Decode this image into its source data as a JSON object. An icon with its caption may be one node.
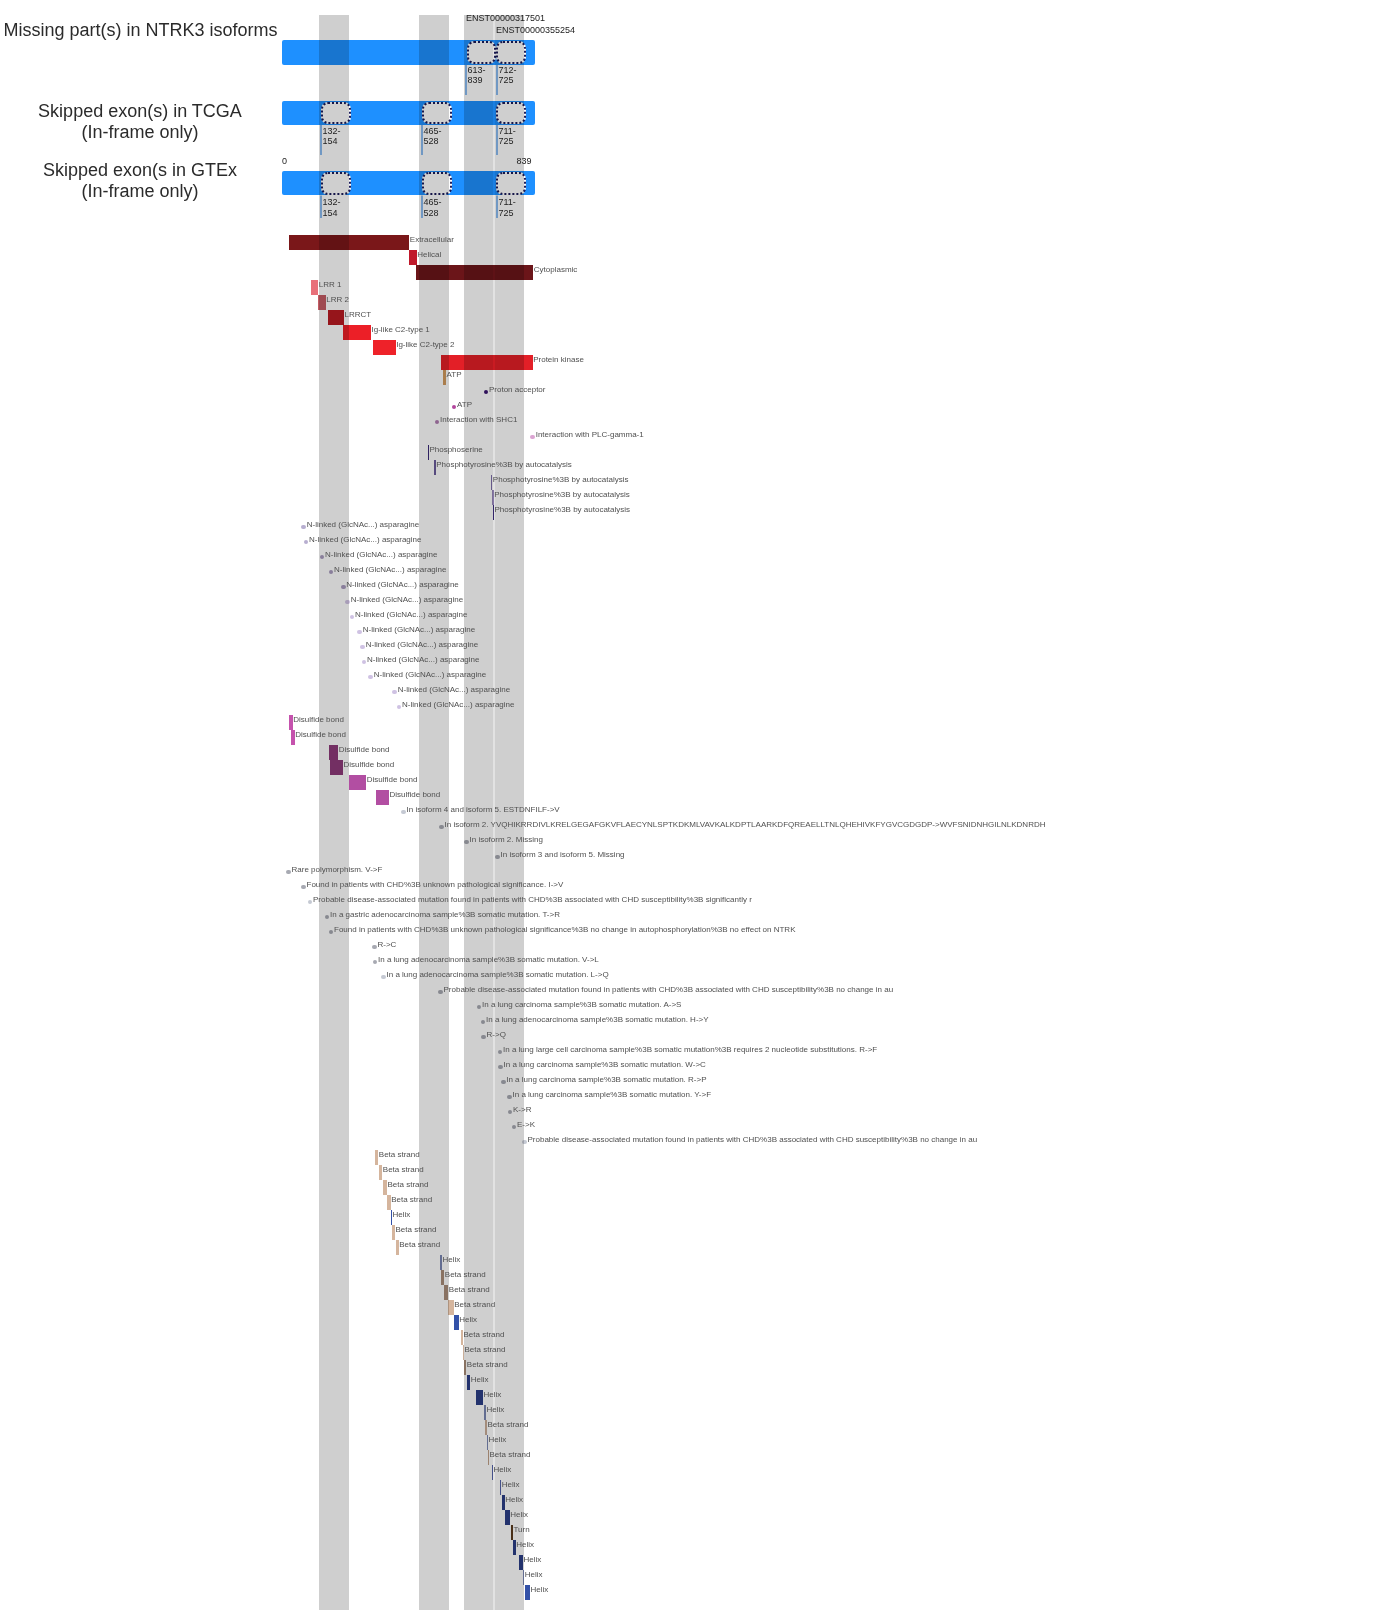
{
  "diagram": {
    "nodes": [
      {
        "text": [],
        "shape": "bar",
        "beside": [
          "Missing part(s) in NTRK3 isoforms"
        ]
      },
      {
        "text": [],
        "shape": "box",
        "in": 0,
        "beside": [
          "ENST00000317501",
          "613- 839"
        ]
      },
      {
        "text": [],
        "shape": "box",
        "in": 0,
        "beside": [
          "ENST00000355254",
          "712- 725"
        ]
      },
      {
        "text": [],
        "shape": "bar",
        "beside": [
          "Skipped exon(s) in TCGA (In-frame only)"
        ]
      },
      {
        "text": [],
        "shape": "box",
        "in": 3,
        "beside": [
          "132- 154"
        ]
      },
      {
        "text": [],
        "shape": "box",
        "in": 3,
        "beside": [
          "465- 528"
        ]
      },
      {
        "text": [],
        "shape": "box",
        "in": 3,
        "beside": [
          "711- 725"
        ]
      },
      {
        "text": [],
        "shape": "bar",
        "beside": [
          "Skipped exon(s in GTEx (In-frame only)"
        ]
      },
      {
        "text": [],
        "shape": "box",
        "in": 7,
        "beside": [
          "132- 154"
        ]
      },
      {
        "text": [],
        "shape": "box",
        "in": 7,
        "beside": [
          "465- 528"
        ]
      },
      {
        "text": [],
        "shape": "box",
        "in": 7,
        "beside": [
          "711- 725"
        ]
      },
      {
        "text": [],
        "shape": "bar",
        "beside": [
          "Extracellular"
        ]
      },
      {
        "text": [],
        "shape": "bar",
        "beside": [
          "Helical"
        ]
      },
      {
        "text": [],
        "shape": "bar",
        "beside": [
          "Cytoplasmic"
        ]
      },
      {
        "text": [],
        "shape": "bar",
        "beside": [
          "LRR 1"
        ]
      },
      {
        "text": [],
        "shape": "bar",
        "beside": [
          "LRR 2"
        ]
      },
      {
        "text": [],
        "shape": "bar",
        "beside": [
          "LRRCT"
        ]
      },
      {
        "text": [],
        "shape": "bar",
        "beside": [
          "Ig-like C2-type 1"
        ]
      },
      {
        "text": [],
        "shape": "bar",
        "beside": [
          "Ig-like C2-type 2"
        ]
      },
      {
        "text": [],
        "shape": "bar",
        "beside": [
          "Protein kinase"
        ]
      },
      {
        "text": [],
        "shape": "bar",
        "beside": [
          "ATP"
        ]
      },
      {
        "text": [],
        "shape": "circle",
        "beside": [
          "Proton acceptor"
        ]
      },
      {
        "text": [],
        "shape": "circle",
        "beside": [
          "ATP"
        ]
      },
      {
        "text": [],
        "shape": "circle",
        "beside": [
          "Interaction with SHC1"
        ]
      },
      {
        "text": [],
        "shape": "circle",
        "beside": [
          "Interaction with PLC-gamma-1"
        ]
      },
      {
        "text": [],
        "shape": "bar",
        "beside": [
          "Phosphoserine"
        ]
      },
      {
        "text": [],
        "shape": "bar",
        "beside": [
          "Phosphotyrosine%3B by autocatalysis"
        ]
      },
      {
        "text": [],
        "shape": "bar",
        "beside": [
          "Phosphotyrosine%3B by autocatalysis"
        ]
      },
      {
        "text": [],
        "shape": "bar",
        "beside": [
          "Phosphotyrosine%3B by autocatalysis"
        ]
      },
      {
        "text": [],
        "shape": "bar",
        "beside": [
          "Phosphotyrosine%3B by autocatalysis"
        ]
      },
      {
        "text": [],
        "shape": "circle",
        "beside": [
          "N-linked (GlcNAc...) asparagine"
        ]
      },
      {
        "text": [],
        "shape": "circle",
        "beside": [
          "N-linked (GlcNAc...) asparagine"
        ]
      },
      {
        "text": [],
        "shape": "circle",
        "beside": [
          "N-linked (GlcNAc...) asparagine"
        ]
      },
      {
        "text": [],
        "shape": "circle",
        "beside": [
          "N-linked (GlcNAc...) asparagine"
        ]
      },
      {
        "text": [],
        "shape": "circle",
        "beside": [
          "N-linked (GlcNAc...) asparagine"
        ]
      },
      {
        "text": [],
        "shape": "circle",
        "beside": [
          "N-linked (GlcNAc...) asparagine"
        ]
      },
      {
        "text": [],
        "shape": "circle",
        "beside": [
          "N-linked (GlcNAc...) asparagine"
        ]
      },
      {
        "text": [],
        "shape": "circle",
        "beside": [
          "N-linked (GlcNAc...) asparagine"
        ]
      },
      {
        "text": [],
        "shape": "circle",
        "beside": [
          "N-linked (GlcNAc...) asparagine"
        ]
      },
      {
        "text": [],
        "shape": "circle",
        "beside": [
          "N-linked (GlcNAc...) asparagine"
        ]
      },
      {
        "text": [],
        "shape": "circle",
        "beside": [
          "N-linked (GlcNAc...) asparagine"
        ]
      },
      {
        "text": [],
        "shape": "circle",
        "beside": [
          "N-linked (GlcNAc...) asparagine"
        ]
      },
      {
        "text": [],
        "shape": "circle",
        "beside": [
          "N-linked (GlcNAc...) asparagine"
        ]
      },
      {
        "text": [],
        "shape": "bar",
        "beside": [
          "Disulfide bond"
        ]
      },
      {
        "text": [],
        "shape": "bar",
        "beside": [
          "Disulfide bond"
        ]
      },
      {
        "text": [],
        "shape": "bar",
        "beside": [
          "Disulfide bond"
        ]
      },
      {
        "text": [],
        "shape": "bar",
        "beside": [
          "Disulfide bond"
        ]
      },
      {
        "text": [],
        "shape": "bar",
        "beside": [
          "Disulfide bond"
        ]
      },
      {
        "text": [],
        "shape": "bar",
        "beside": [
          "Disulfide bond"
        ]
      },
      {
        "text": [],
        "shape": "circle",
        "beside": [
          "In isoform 4 and isoform 5. ESTDNFILF->V"
        ]
      },
      {
        "text": [],
        "shape": "circle",
        "beside": [
          "In isoform 2. YVQHIKRRDIVLKRELGEGAFGKVFLAECYNLSPTKDKMLVAVKALKDPTLAARKDFQREAELLTNLQHEHIVKFYGVCGDGDP->WVFSNIDNHGILNLKDNRDH"
        ]
      },
      {
        "text": [],
        "shape": "circle",
        "beside": [
          "In isoform 2. Missing"
        ]
      },
      {
        "text": [],
        "shape": "circle",
        "beside": [
          "In isoform 3 and isoform 5. Missing"
        ]
      },
      {
        "text": [],
        "shape": "circle",
        "beside": [
          "Rare polymorphism. V->F"
        ]
      },
      {
        "text": [],
        "shape": "circle",
        "beside": [
          "Found in patients with CHD%3B unknown pathological significance. I->V"
        ]
      },
      {
        "text": [],
        "shape": "circle",
        "beside": [
          "Probable disease-associated mutation found in patients with CHD%3B associated with CHD susceptibility%3B significantly r"
        ]
      },
      {
        "text": [],
        "shape": "circle",
        "beside": [
          "In a gastric adenocarcinoma sample%3B somatic mutation. T->R"
        ]
      },
      {
        "text": [],
        "shape": "circle",
        "beside": [
          "Found in patients with CHD%3B unknown pathological significance%3B no change in autophosphorylation%3B no effect on NTRK"
        ]
      },
      {
        "text": [],
        "shape": "circle",
        "beside": [
          "R->C"
        ]
      },
      {
        "text": [],
        "shape": "circle",
        "beside": [
          "In a lung adenocarcinoma sample%3B somatic mutation. V->L"
        ]
      },
      {
        "text": [],
        "shape": "circle",
        "beside": [
          "In a lung adenocarcinoma sample%3B somatic mutation. L->Q"
        ]
      },
      {
        "text": [],
        "shape": "circle",
        "beside": [
          "Probable disease-associated mutation found in patients with CHD%3B associated with CHD susceptibility%3B no change in au"
        ]
      },
      {
        "text": [],
        "shape": "circle",
        "beside": [
          "In a lung carcinoma sample%3B somatic mutation. A->S"
        ]
      },
      {
        "text": [],
        "shape": "circle",
        "beside": [
          "In a lung adenocarcinoma sample%3B somatic mutation. H->Y"
        ]
      },
      {
        "text": [],
        "shape": "circle",
        "beside": [
          "R->Q"
        ]
      },
      {
        "text": [],
        "shape": "circle",
        "beside": [
          "In a lung large cell carcinoma sample%3B somatic mutation%3B requires 2 nucleotide substitutions. R->F"
        ]
      },
      {
        "text": [],
        "shape": "circle",
        "beside": [
          "In a lung carcinoma sample%3B somatic mutation. W->C"
        ]
      },
      {
        "text": [],
        "shape": "circle",
        "beside": [
          "In a lung carcinoma sample%3B somatic mutation. R->P"
        ]
      },
      {
        "text": [],
        "shape": "circle",
        "beside": [
          "In a lung carcinoma sample%3B somatic mutation. Y->F"
        ]
      },
      {
        "text": [],
        "shape": "circle",
        "beside": [
          "K->R"
        ]
      },
      {
        "text": [],
        "shape": "circle",
        "beside": [
          "E->K"
        ]
      },
      {
        "text": [],
        "shape": "circle",
        "beside": [
          "Probable disease-associated mutation found in patients with CHD%3B associated with CHD susceptibility%3B no change in au"
        ]
      },
      {
        "text": [],
        "shape": "bar",
        "beside": [
          "Beta strand"
        ]
      },
      {
        "text": [],
        "shape": "bar",
        "beside": [
          "Beta strand"
        ]
      },
      {
        "text": [],
        "shape": "bar",
        "beside": [
          "Beta strand"
        ]
      },
      {
        "text": [],
        "shape": "bar",
        "beside": [
          "Beta strand"
        ]
      },
      {
        "text": [],
        "shape": "bar",
        "beside": [
          "Helix"
        ]
      },
      {
        "text": [],
        "shape": "bar",
        "beside": [
          "Beta strand"
        ]
      },
      {
        "text": [],
        "shape": "bar",
        "beside": [
          "Beta strand"
        ]
      },
      {
        "text": [],
        "shape": "bar",
        "beside": [
          "Helix"
        ]
      },
      {
        "text": [],
        "shape": "bar",
        "beside": [
          "Beta strand"
        ]
      },
      {
        "text": [],
        "shape": "bar",
        "beside": [
          "Beta strand"
        ]
      },
      {
        "text": [],
        "shape": "bar",
        "beside": [
          "Beta strand"
        ]
      },
      {
        "text": [],
        "shape": "bar",
        "beside": [
          "Helix"
        ]
      },
      {
        "text": [],
        "shape": "bar",
        "beside": [
          "Beta strand"
        ]
      },
      {
        "text": [],
        "shape": "bar",
        "beside": [
          "Beta strand"
        ]
      },
      {
        "text": [],
        "shape": "bar",
        "beside": [
          "Beta strand"
        ]
      },
      {
        "text": [],
        "shape": "bar",
        "beside": [
          "Helix"
        ]
      },
      {
        "text": [],
        "shape": "bar",
        "beside": [
          "Helix"
        ]
      },
      {
        "text": [],
        "shape": "bar",
        "beside": [
          "Helix"
        ]
      },
      {
        "text": [],
        "shape": "bar",
        "beside": [
          "Beta strand"
        ]
      },
      {
        "text": [],
        "shape": "bar",
        "beside": [
          "Helix"
        ]
      },
      {
        "text": [],
        "shape": "bar",
        "beside": [
          "Beta strand"
        ]
      },
      {
        "text": [],
        "shape": "bar",
        "beside": [
          "Helix"
        ]
      },
      {
        "text": [],
        "shape": "bar",
        "beside": [
          "Helix"
        ]
      },
      {
        "text": [],
        "shape": "bar",
        "beside": [
          "Helix"
        ]
      },
      {
        "text": [],
        "shape": "bar",
        "beside": [
          "Helix"
        ]
      },
      {
        "text": [],
        "shape": "bar",
        "beside": [
          "Turn"
        ]
      },
      {
        "text": [],
        "shape": "bar",
        "beside": [
          "Helix"
        ]
      },
      {
        "text": [],
        "shape": "bar",
        "beside": [
          "Helix"
        ]
      },
      {
        "text": [],
        "shape": "bar",
        "beside": [
          "Helix"
        ]
      },
      {
        "text": [],
        "shape": "bar",
        "beside": [
          "Helix"
        ]
      }
    ],
    "labels": [
      "0",
      "839"
    ]
  }
}
